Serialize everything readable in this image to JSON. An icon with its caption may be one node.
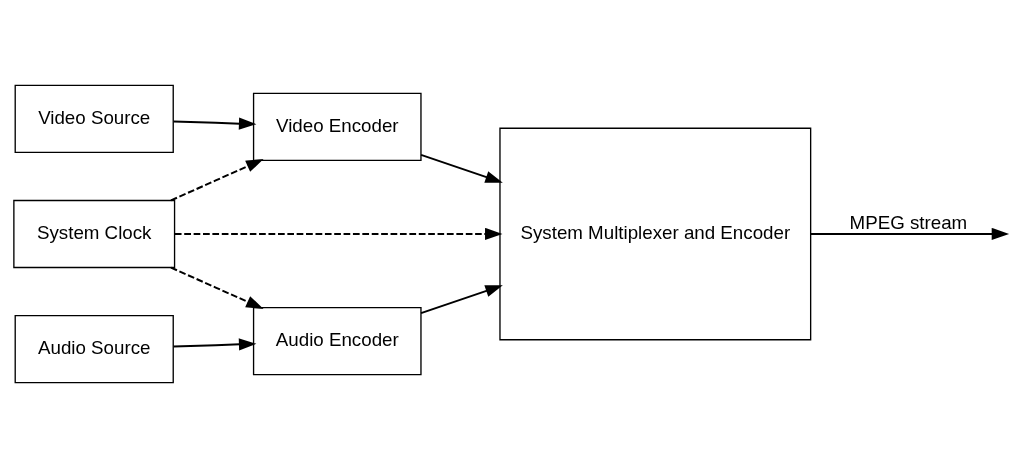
{
  "diagram": {
    "nodes": [
      {
        "text": [
          "Audio Source"
        ]
      },
      {
        "text": [
          "Audio Encoder"
        ]
      },
      {
        "text": [
          "Video Source"
        ]
      },
      {
        "text": [
          "Video Encoder"
        ]
      },
      {
        "text": [
          "System Multiplexer and Encoder"
        ]
      },
      {
        "text": [
          "System Clock"
        ]
      }
    ],
    "edges": [
      {
        "from": 0,
        "to": 1,
        "arrow": "to"
      },
      {
        "from": 1,
        "to": 4,
        "arrow": "to"
      },
      {
        "from": 2,
        "to": 3,
        "arrow": "to"
      },
      {
        "from": 3,
        "to": 4,
        "arrow": "to"
      },
      {
        "from": 5,
        "to": 1,
        "arrow": "to",
        "style": "dashed"
      },
      {
        "from": 5,
        "to": 3,
        "arrow": "to",
        "style": "dashed"
      },
      {
        "from": 5,
        "to": 4,
        "arrow": "to",
        "style": "dashed"
      },
      {
        "from": 4,
        "to": null,
        "arrow": "to",
        "label": "MPEG stream"
      }
    ]
  }
}
